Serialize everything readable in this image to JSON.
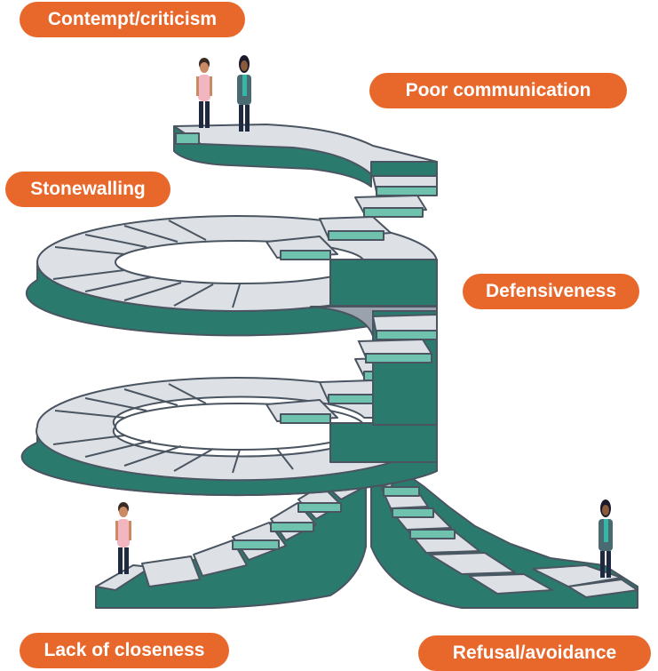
{
  "labels": {
    "contempt": "Contempt/criticism",
    "communication": "Poor communication",
    "stonewalling": "Stonewalling",
    "defensiveness": "Defensiveness",
    "closeness": "Lack of closeness",
    "refusal": "Refusal/avoidance"
  },
  "colors": {
    "label_fill": "#e8682c",
    "label_text": "#ffffff",
    "stair_side": "#2b7a6e",
    "stair_tread": "#dde1e6",
    "stair_riser": "#6fc3ae",
    "outline": "#4a5561",
    "person_a_top": "#f2b6c0",
    "person_b_coat": "#4a6a72",
    "person_b_scarf": "#35b6a6",
    "trousers": "#1f2a40"
  },
  "icons": [
    "woman-pink-top-figure",
    "woman-dark-coat-figure"
  ]
}
